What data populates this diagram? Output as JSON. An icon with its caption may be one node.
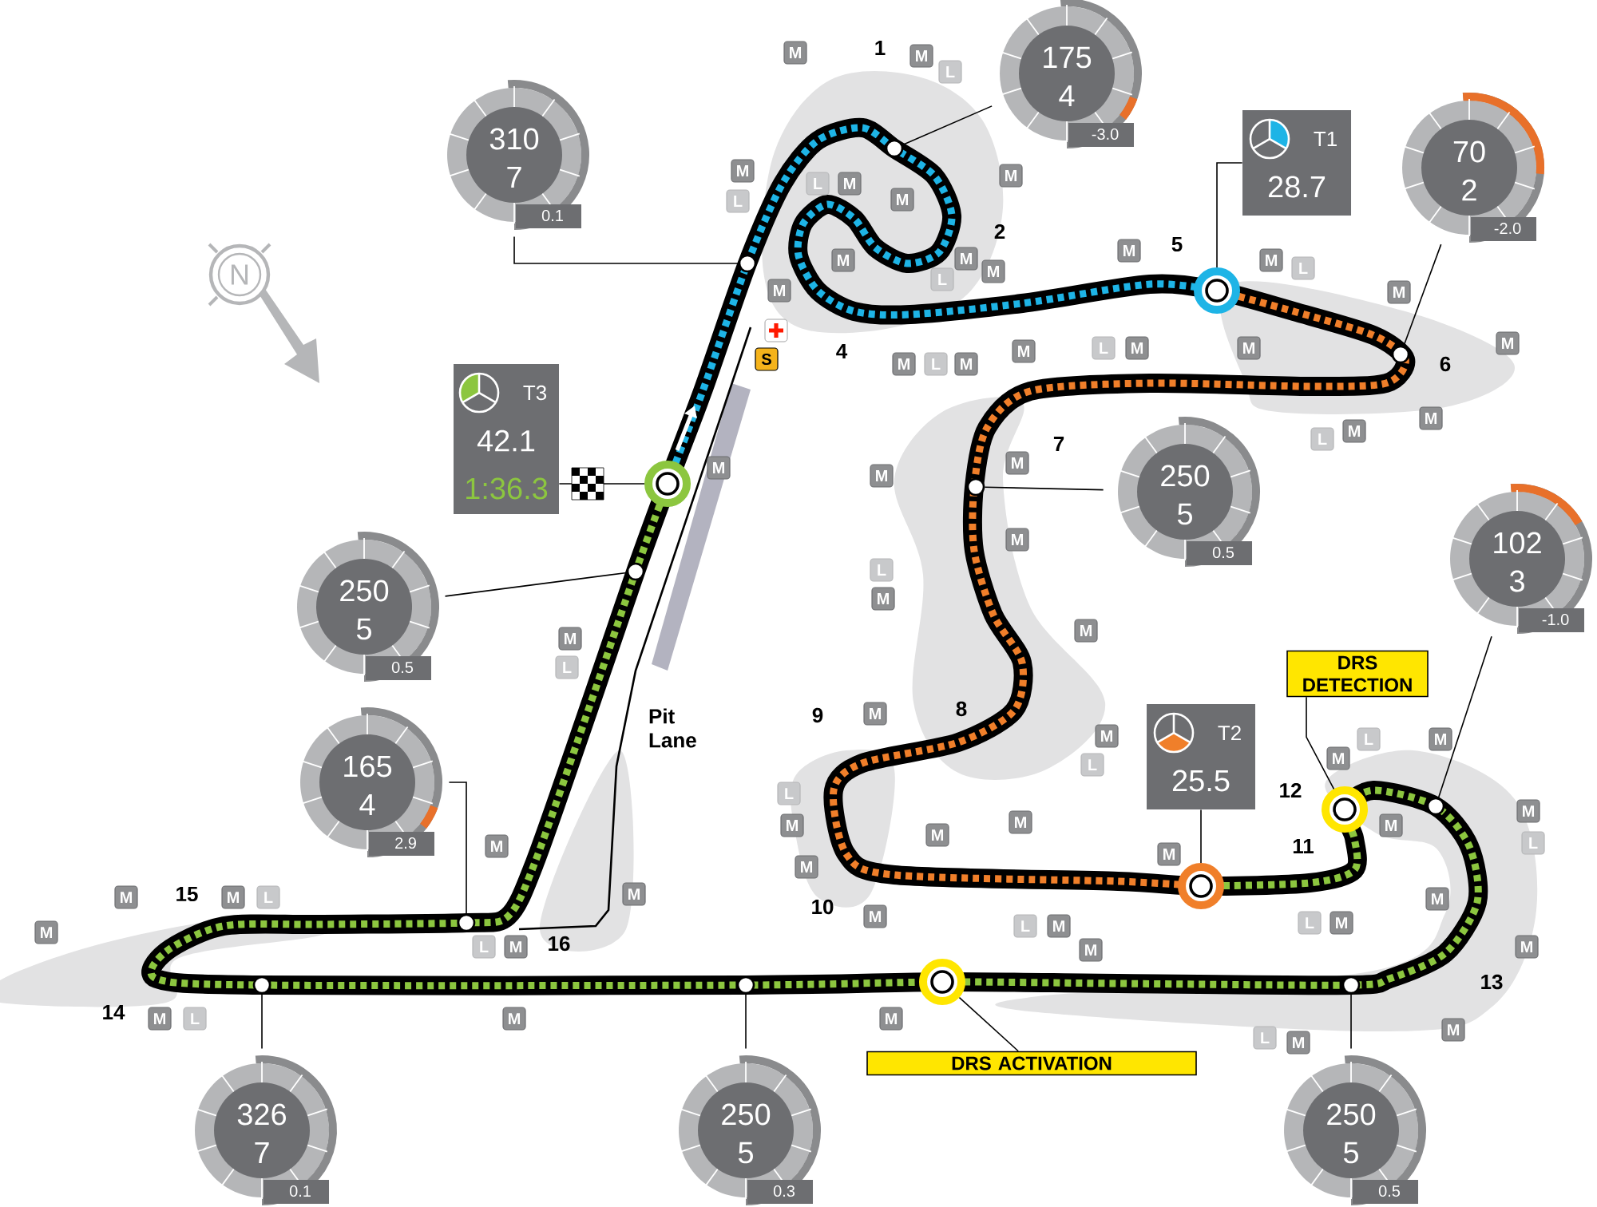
{
  "diagram": {
    "nodes": [
      {
        "text": [
          "310",
          "7",
          "0.1"
        ]
      },
      {
        "text": [
          "175",
          "4",
          "-3.0"
        ]
      },
      {
        "text": [
          "70",
          "2",
          "-2.0"
        ]
      },
      {
        "text": [
          "250",
          "5",
          "0.5"
        ]
      },
      {
        "text": [
          "102",
          "3",
          "-1.0"
        ]
      },
      {
        "text": [
          "250",
          "5",
          "0.5"
        ]
      },
      {
        "text": [
          "165",
          "4",
          "2.9"
        ]
      },
      {
        "text": [
          "326",
          "7",
          "0.1"
        ]
      },
      {
        "text": [
          "250",
          "5",
          "0.3"
        ]
      },
      {
        "text": [
          "250",
          "5",
          "0.5"
        ]
      },
      {
        "text": [
          "T1",
          "28.7"
        ]
      },
      {
        "text": [
          "T3",
          "42.1",
          "1:36.3"
        ]
      },
      {
        "text": [
          "T2",
          "25.5"
        ]
      },
      {
        "text": [
          "DRS DETECTION"
        ]
      },
      {
        "text": [
          "DRS ACTIVATION"
        ]
      },
      {
        "text": [],
        "shape": "circle"
      },
      {
        "text": [],
        "shape": "circle"
      },
      {
        "text": [],
        "shape": "circle"
      },
      {
        "text": [],
        "shape": "circle"
      },
      {
        "text": [],
        "shape": "circle"
      },
      {
        "text": [],
        "shape": "circle"
      },
      {
        "text": [],
        "shape": "circle"
      },
      {
        "text": [],
        "shape": "circle"
      },
      {
        "text": [],
        "shape": "circle"
      },
      {
        "text": [],
        "shape": "circle"
      },
      {
        "text": [],
        "shape": "circle"
      },
      {
        "text": [],
        "shape": "circle"
      },
      {
        "text": [],
        "shape": "circle"
      },
      {
        "text": [],
        "shape": "circle"
      },
      {
        "text": [],
        "shape": "circle"
      }
    ],
    "edges": [
      {
        "from": 0,
        "to": 15,
        "arrow": "none"
      },
      {
        "from": 1,
        "to": 16,
        "arrow": "none"
      },
      {
        "from": 2,
        "to": 17,
        "arrow": "none"
      },
      {
        "from": 3,
        "to": 18,
        "arrow": "none"
      },
      {
        "from": 4,
        "to": 19,
        "arrow": "none"
      },
      {
        "from": 5,
        "to": 20,
        "arrow": "none"
      },
      {
        "from": 6,
        "to": 21,
        "arrow": "none"
      },
      {
        "from": 7,
        "to": 22,
        "arrow": "none"
      },
      {
        "from": 8,
        "to": 23,
        "arrow": "none"
      },
      {
        "from": 9,
        "to": 24,
        "arrow": "none"
      },
      {
        "from": 10,
        "to": 25,
        "arrow": "none"
      },
      {
        "from": 11,
        "to": 26,
        "arrow": "none"
      },
      {
        "from": 12,
        "to": 27,
        "arrow": "none"
      },
      {
        "from": 13,
        "to": 28,
        "arrow": "none"
      },
      {
        "from": 14,
        "to": 29,
        "arrow": "none"
      }
    ],
    "labels": [
      "1",
      "M",
      "M",
      "L",
      "M",
      "M",
      "L",
      "M",
      "L",
      "M",
      "2",
      "5",
      "M",
      "M",
      "M",
      "M",
      "L",
      "M",
      "L",
      "M",
      "M",
      "M",
      "L",
      "M",
      "M",
      "M",
      "4",
      "S",
      "M",
      "L",
      "M",
      "6",
      "M",
      "M",
      "L",
      "7",
      "M",
      "M",
      "M",
      "M",
      "L",
      "M",
      "M",
      "L",
      "M",
      "M",
      "9",
      "8",
      "Pit Lane",
      "M",
      "M",
      "L",
      "M",
      "L",
      "L",
      "12",
      "M",
      "M",
      "M",
      "M",
      "M",
      "L",
      "11",
      "M",
      "M",
      "M",
      "M",
      "15",
      "M",
      "L",
      "M",
      "M",
      "10",
      "M",
      "L",
      "M",
      "L",
      "M",
      "M",
      "16",
      "L",
      "M",
      "M",
      "M",
      "13",
      "14",
      "M",
      "L",
      "M",
      "M",
      "M",
      "L",
      "M",
      "N"
    ]
  }
}
